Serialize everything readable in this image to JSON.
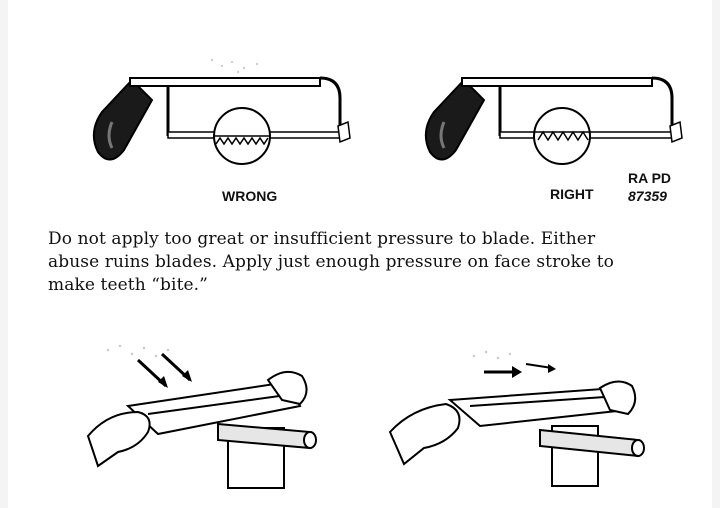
{
  "figures": {
    "top_left_label": "WRONG",
    "top_right_label": "RIGHT",
    "plate_id_line1": "RA PD",
    "plate_id_line2": "87359"
  },
  "caption": {
    "line1": "Do not apply too great or insufficient pressure to blade. Either",
    "line2": "abuse ruins blades. Apply just enough pressure on face stroke to",
    "line3": "make teeth “bite.”"
  }
}
